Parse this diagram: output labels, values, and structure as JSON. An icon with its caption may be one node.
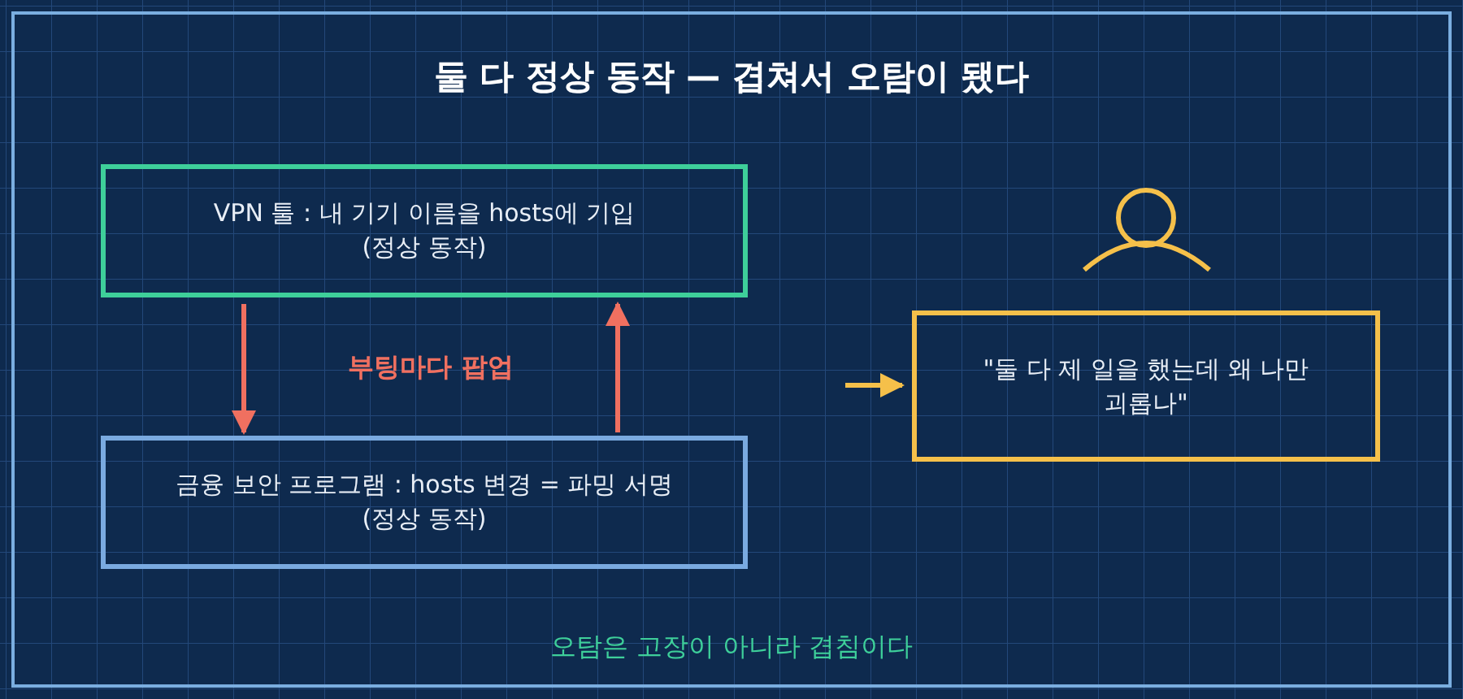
{
  "diagram": {
    "title": "둘 다 정상 동작 — 겹쳐서 오탐이 됐다",
    "nodes": [
      {
        "text": [
          "VPN 툴 : 내 기기 이름을 hosts에 기입",
          "(정상 동작)"
        ]
      },
      {
        "text": [
          "금융 보안 프로그램 : hosts 변경 = 파밍 서명",
          "(정상 동작)"
        ]
      },
      {
        "text": [
          "\"둘 다 제 일을 했는데 왜 나만 괴롭나\""
        ]
      }
    ],
    "edges": [
      {
        "from": 0,
        "to": 1,
        "arrow": "to"
      },
      {
        "from": 1,
        "to": 0,
        "arrow": "to"
      },
      {
        "from": null,
        "to": 2,
        "arrow": "to",
        "color": "#f5c04a"
      }
    ],
    "labels": [
      "부팅마다 팝업",
      "오탐은 고장이 아니라 겹침이다"
    ]
  }
}
